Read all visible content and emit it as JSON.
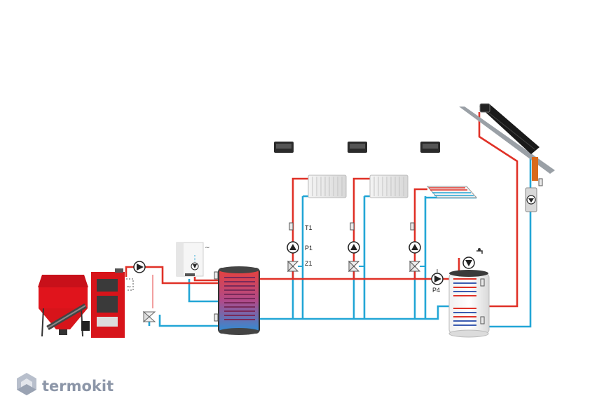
{
  "labels": {
    "t1": "T1",
    "p1": "P1",
    "z1": "Z1",
    "p4": "P4",
    "tilde": "~"
  },
  "logo": {
    "text": "termokit"
  },
  "colors": {
    "hot_pipe": "#e03127",
    "cold_pipe": "#22a6d6",
    "boiler_red": "#d7141a",
    "tank_dark": "#3a3a3a",
    "solar_panel": "#1a1a1a",
    "logo_gray": "#8c96a8"
  },
  "components": [
    "pellet-boiler",
    "pellet-hopper",
    "circulation-pump",
    "mixing-valve",
    "gas-boiler",
    "buffer-tank",
    "radiator",
    "underfloor-heating",
    "room-controller",
    "dhw-tank",
    "solar-collector",
    "solar-pump-group"
  ]
}
